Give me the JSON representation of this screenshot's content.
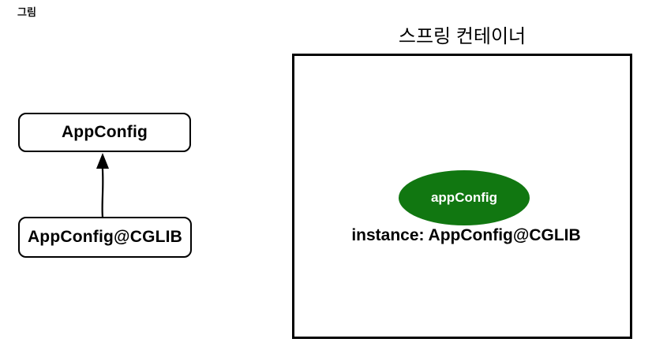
{
  "page": {
    "figure_label": "그림"
  },
  "class_diagram": {
    "top_box_label": "AppConfig",
    "bottom_box_label": "AppConfig@CGLIB",
    "arrow": "up-arrow from AppConfig@CGLIB to AppConfig"
  },
  "spring_container": {
    "title": "스프링 컨테이너",
    "bean_label": "appConfig",
    "instance_text": "instance: AppConfig@CGLIB"
  },
  "colors": {
    "bean_fill": "#117711",
    "bean_text": "#ffffff",
    "line_color": "#000000",
    "background": "#ffffff"
  }
}
